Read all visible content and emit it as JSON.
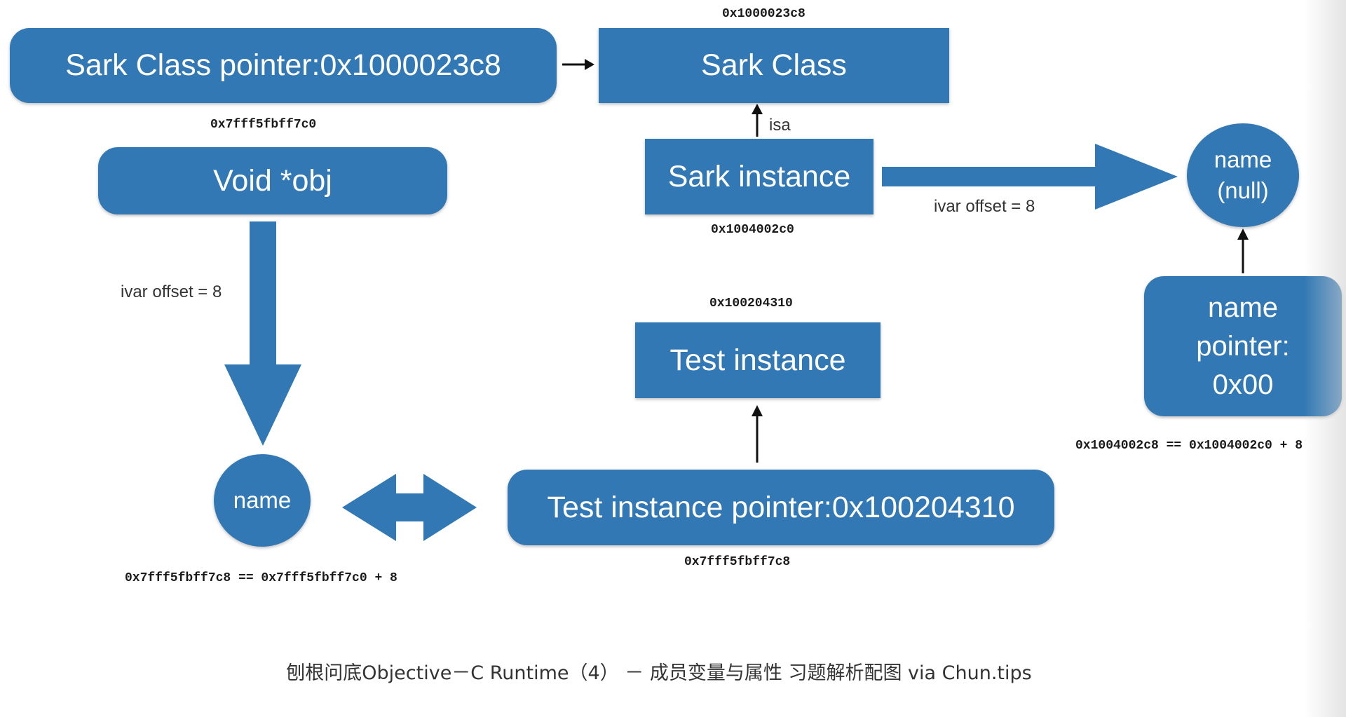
{
  "colors": {
    "box": "#3278b4",
    "arrow_shape": "#3278b4",
    "arrow_line": "#111111",
    "text": "#333333"
  },
  "boxes": {
    "sark_class_pointer": "Sark Class pointer:0x1000023c8",
    "sark_class": "Sark Class",
    "void_obj": "Void *obj",
    "sark_instance": "Sark instance",
    "name_null_line1": "name",
    "name_null_line2": "(null)",
    "test_instance": "Test instance",
    "name_pointer_line1": "name",
    "name_pointer_line2": "pointer:",
    "name_pointer_line3": "0x00",
    "name_circle": "name",
    "test_instance_pointer": "Test instance pointer:0x100204310"
  },
  "addresses": {
    "sark_class": "0x1000023c8",
    "sark_class_pointer": "0x7fff5fbff7c0",
    "sark_instance": "0x1004002c0",
    "test_instance": "0x100204310",
    "name_pointer": "0x1004002c8 == 0x1004002c0 + 8",
    "test_instance_pointer": "0x7fff5fbff7c8",
    "name_circle": "0x7fff5fbff7c8 == 0x7fff5fbff7c0 + 8"
  },
  "labels": {
    "isa": "isa",
    "ivar_offset_right": "ivar offset = 8",
    "ivar_offset_left": "ivar offset = 8"
  },
  "caption": "刨根问底Objective－C Runtime（4） －  成员变量与属性 习题解析配图 via Chun.tips"
}
